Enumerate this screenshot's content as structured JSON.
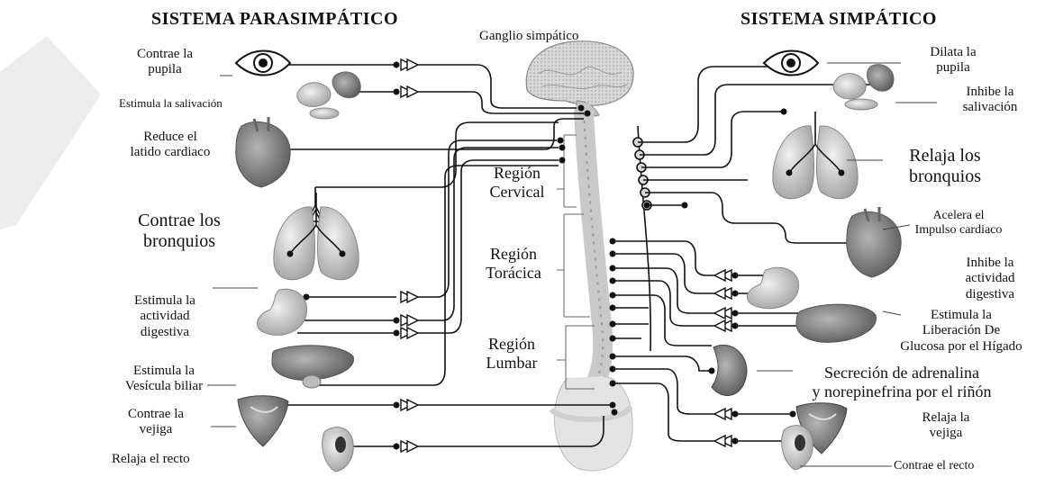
{
  "left_header": "SISTEMA PARASIMPÁTICO",
  "right_header": "SISTEMA SIMPÁTICO",
  "center": {
    "ganglio": "Ganglio simpático",
    "cervical": [
      "Región",
      "Cervical"
    ],
    "toracica": [
      "Región",
      "Torácica"
    ],
    "lumbar": [
      "Región",
      "Lumbar"
    ]
  },
  "left_labels": {
    "pupila": [
      "Contrae la",
      "pupila"
    ],
    "salivacion": "Estimula la salivación",
    "latido": [
      "Reduce el",
      "latido cardiaco"
    ],
    "bronquios": [
      "Contrae los",
      "bronquios"
    ],
    "digestiva": [
      "Estimula la",
      "actividad",
      "digestiva"
    ],
    "vesicula": [
      "Estimula la",
      "Vesícula biliar"
    ],
    "vejiga": [
      "Contrae la",
      "vejiga"
    ],
    "recto": "Relaja el recto"
  },
  "right_labels": {
    "pupila": [
      "Dilata la",
      "pupila"
    ],
    "salivacion": [
      "Inhibe la",
      "salivación"
    ],
    "bronquios": [
      "Relaja los",
      "bronquios"
    ],
    "cardiaco": [
      "Acelera el",
      "Impulso cardiaco"
    ],
    "digestiva": [
      "Inhibe la",
      "actividad",
      "digestiva"
    ],
    "glucosa": [
      "Estimula la",
      "Liberación De",
      "Glucosa por el Hígado"
    ],
    "adrenalina": [
      "Secreción de adrenalina",
      "y norepinefrina por el riñón"
    ],
    "vejiga": [
      "Relaja la",
      "vejiga"
    ],
    "recto": "Contrae el recto"
  },
  "organ_icons": [
    "eye-icon",
    "salivary-gland-icon",
    "heart-icon",
    "lungs-icon",
    "stomach-icon",
    "liver-icon",
    "kidney-icon",
    "bladder-icon",
    "rectum-icon",
    "brain-icon",
    "spinal-cord-icon"
  ]
}
